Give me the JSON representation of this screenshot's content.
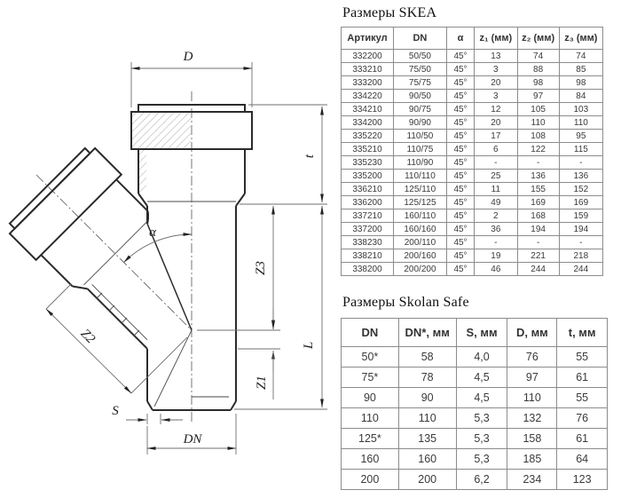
{
  "drawing": {
    "labels": {
      "d": "D",
      "t": "t",
      "z3": "Z3",
      "z1": "Z1",
      "l": "L",
      "z2": "Z2",
      "alpha": "α",
      "s": "S",
      "dn": "DN"
    },
    "line_color": "#2b2b2b",
    "dim_color": "#6f6f6f"
  },
  "skea": {
    "title": "Размеры SKEA",
    "headers": [
      "Артикул",
      "DN",
      "α",
      "z₁ (мм)",
      "z₂ (мм)",
      "z₃ (мм)"
    ],
    "rows": [
      [
        "332200",
        "50/50",
        "45°",
        "13",
        "74",
        "74"
      ],
      [
        "333210",
        "75/50",
        "45°",
        "3",
        "88",
        "85"
      ],
      [
        "333200",
        "75/75",
        "45°",
        "20",
        "98",
        "98"
      ],
      [
        "334220",
        "90/50",
        "45°",
        "3",
        "97",
        "84"
      ],
      [
        "334210",
        "90/75",
        "45°",
        "12",
        "105",
        "103"
      ],
      [
        "334200",
        "90/90",
        "45°",
        "20",
        "110",
        "110"
      ],
      [
        "335220",
        "110/50",
        "45°",
        "17",
        "108",
        "95"
      ],
      [
        "335210",
        "110/75",
        "45°",
        "6",
        "122",
        "115"
      ],
      [
        "335230",
        "110/90",
        "45°",
        "-",
        "-",
        "-"
      ],
      [
        "335200",
        "110/110",
        "45°",
        "25",
        "136",
        "136"
      ],
      [
        "336210",
        "125/110",
        "45°",
        "11",
        "155",
        "152"
      ],
      [
        "336200",
        "125/125",
        "45°",
        "49",
        "169",
        "169"
      ],
      [
        "337210",
        "160/110",
        "45°",
        "2",
        "168",
        "159"
      ],
      [
        "337200",
        "160/160",
        "45°",
        "36",
        "194",
        "194"
      ],
      [
        "338230",
        "200/110",
        "45°",
        "-",
        "-",
        "-"
      ],
      [
        "338210",
        "200/160",
        "45°",
        "19",
        "221",
        "218"
      ],
      [
        "338200",
        "200/200",
        "45°",
        "46",
        "244",
        "244"
      ]
    ]
  },
  "skolan": {
    "title": "Размеры Skolan Safe",
    "headers": [
      "DN",
      "DN*, мм",
      "S, мм",
      "D, мм",
      "t, мм"
    ],
    "rows": [
      [
        "50*",
        "58",
        "4,0",
        "76",
        "55"
      ],
      [
        "75*",
        "78",
        "4,5",
        "97",
        "61"
      ],
      [
        "90",
        "90",
        "4,5",
        "110",
        "55"
      ],
      [
        "110",
        "110",
        "5,3",
        "132",
        "76"
      ],
      [
        "125*",
        "135",
        "5,3",
        "158",
        "61"
      ],
      [
        "160",
        "160",
        "5,3",
        "185",
        "64"
      ],
      [
        "200",
        "200",
        "6,2",
        "234",
        "123"
      ]
    ]
  }
}
